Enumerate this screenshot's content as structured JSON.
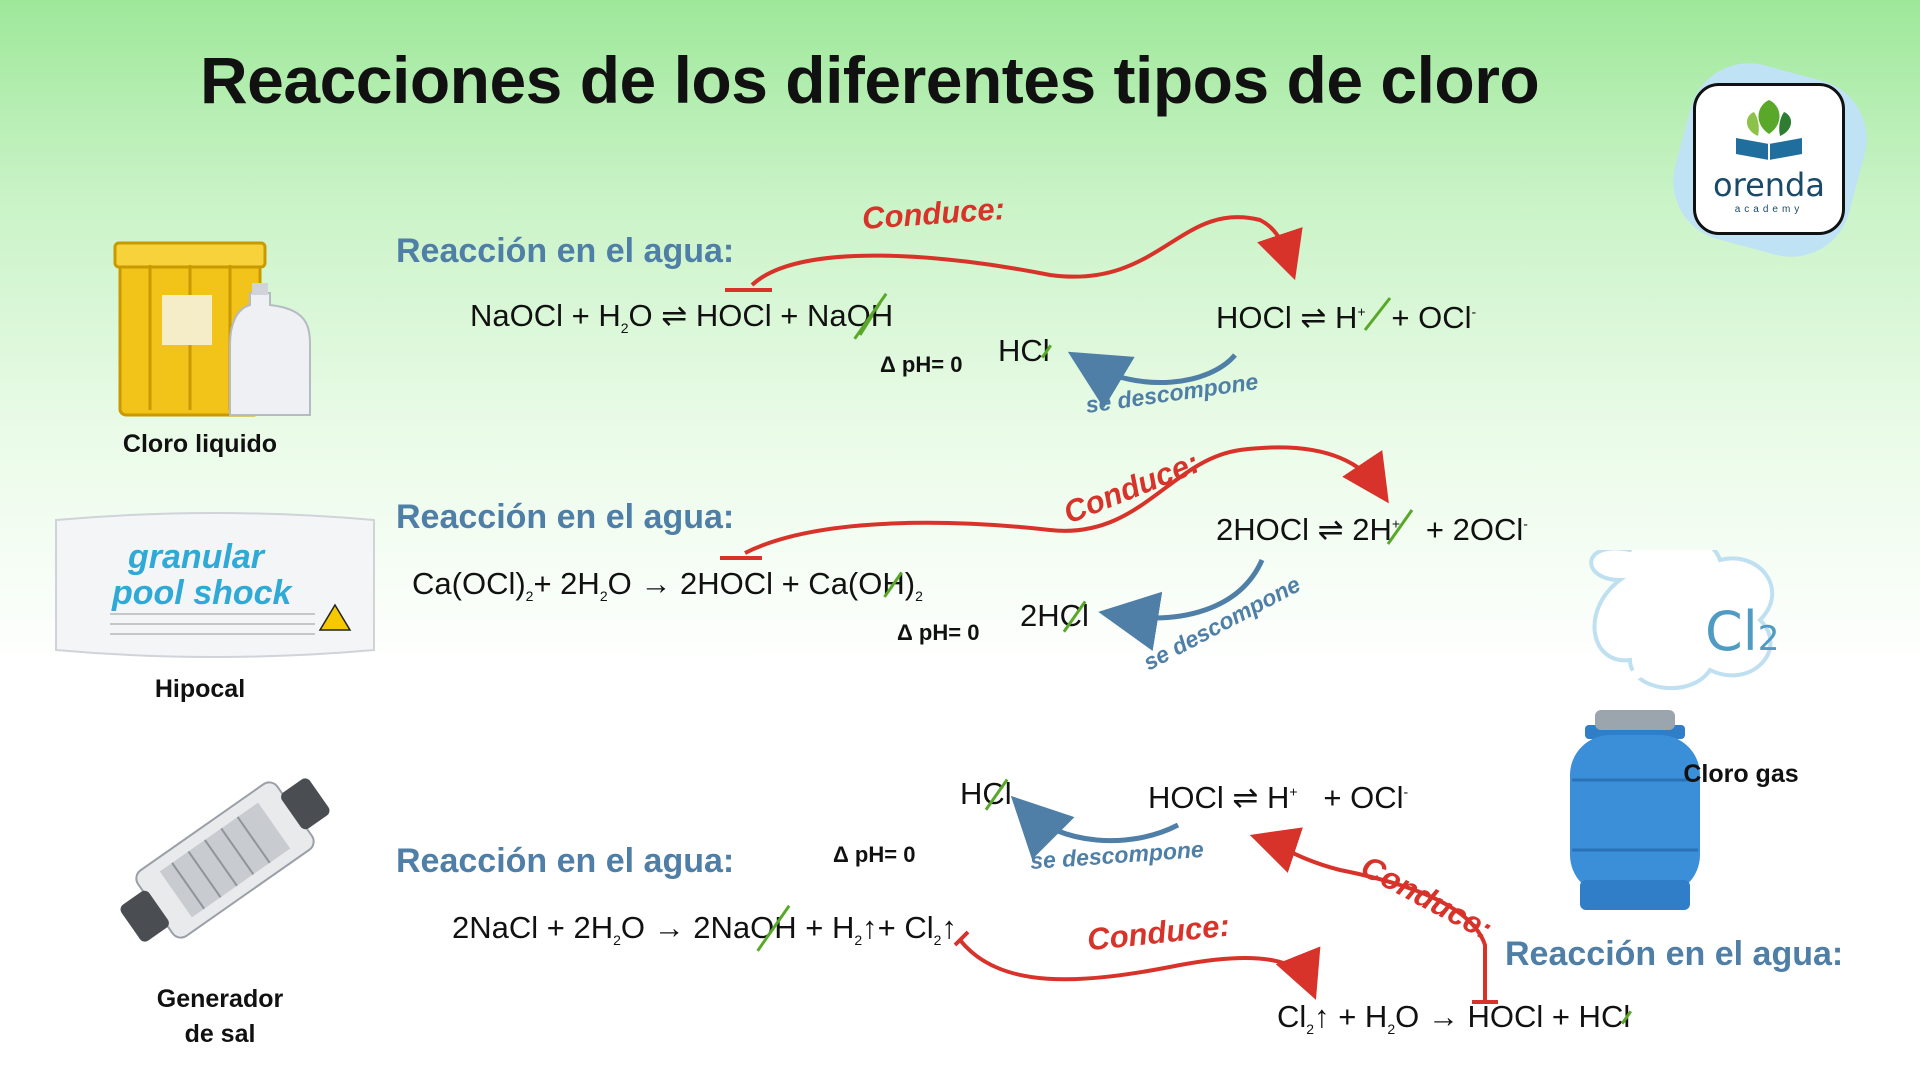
{
  "title": "Reacciones de los diferentes tipos de cloro",
  "logo": {
    "brand": "orenda",
    "sub": "academy"
  },
  "colors": {
    "arrow_red": "#d8332a",
    "arrow_blue": "#4f7fa6",
    "strike_green": "#5aa82a"
  },
  "products": {
    "liquid": "Cloro liquido",
    "hipocal": "Hipocal",
    "hipocal_bag_title_1": "granular",
    "hipocal_bag_title_2": "pool shock",
    "generator_1": "Generador",
    "generator_2": "de sal",
    "gas": "Cloro gas",
    "gas_cloud": "Cl2"
  },
  "section1": {
    "label": "Reacción en el agua:",
    "eq_a": "NaOCl + H",
    "eq_b": "O ⇌ HOCl + Na",
    "eq_c": "OH",
    "conduce": "Conduce:",
    "equilibrium_a": "HOCl ⇌ ",
    "equilibrium_b": "H",
    "equilibrium_c": "+   OCl",
    "hcl_a": "HC",
    "hcl_b": "l",
    "dph": "Δ pH= 0",
    "se_descompone": "se descompone"
  },
  "section2": {
    "label": "Reacción en el agua:",
    "eq_a": "Ca(OCl)",
    "eq_b": "+ 2H",
    "eq_c": "O → 2HOCl + Ca(O",
    "eq_d": "H",
    "eq_e": ")",
    "conduce": "Conduce:",
    "equilibrium_a": "2HOCl ⇌  2",
    "equilibrium_b": "H",
    "equilibrium_c": "+   2OCl",
    "hcl_a": "2H",
    "hcl_b": "Cl",
    "dph": "Δ pH= 0",
    "se_descompone": "se descompone"
  },
  "section3": {
    "label": "Reacción en el agua:",
    "eq_a": "2NaCl + 2H",
    "eq_b": "O → 2Na",
    "eq_c": "OH",
    "eq_d": "+ H",
    "eq_e": "+ Cl",
    "conduce": "Conduce:",
    "equilibrium": "HOCl ⇌  H",
    "equilibrium_b": "+   OCl",
    "hcl_a": "H",
    "hcl_b": "Cl",
    "dph": "Δ pH= 0",
    "se_descompone": "se descompone"
  },
  "section4": {
    "label": "Reacción en el agua:",
    "eq_a": "Cl",
    "eq_b": "+ H",
    "eq_c": "O → HOCl + HC",
    "eq_d": "l",
    "conduce": "Conduce:"
  }
}
